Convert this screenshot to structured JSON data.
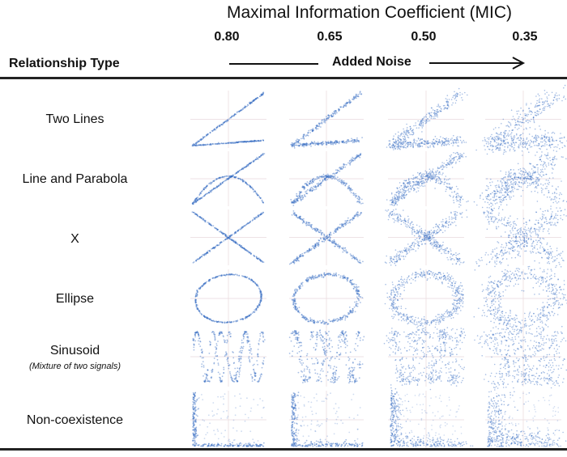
{
  "header": {
    "title": "Maximal Information Coefficient (MIC)",
    "mic_values": [
      "0.80",
      "0.65",
      "0.50",
      "0.35"
    ],
    "relationship_type_label": "Relationship Type",
    "added_noise_label": "Added Noise"
  },
  "rows": [
    {
      "label": "Two Lines",
      "kind": "two-lines"
    },
    {
      "label": "Line and Parabola",
      "kind": "line-parabola"
    },
    {
      "label": "X",
      "kind": "x"
    },
    {
      "label": "Ellipse",
      "kind": "ellipse"
    },
    {
      "label": "Sinusoid",
      "sublabel": "(Mixture of two signals)",
      "kind": "sinusoid"
    },
    {
      "label": "Non-coexistence",
      "kind": "non-coexistence"
    }
  ],
  "colors": {
    "points": "#3a6fc4",
    "grid": "#e8d8dc",
    "text": "#111111"
  }
}
